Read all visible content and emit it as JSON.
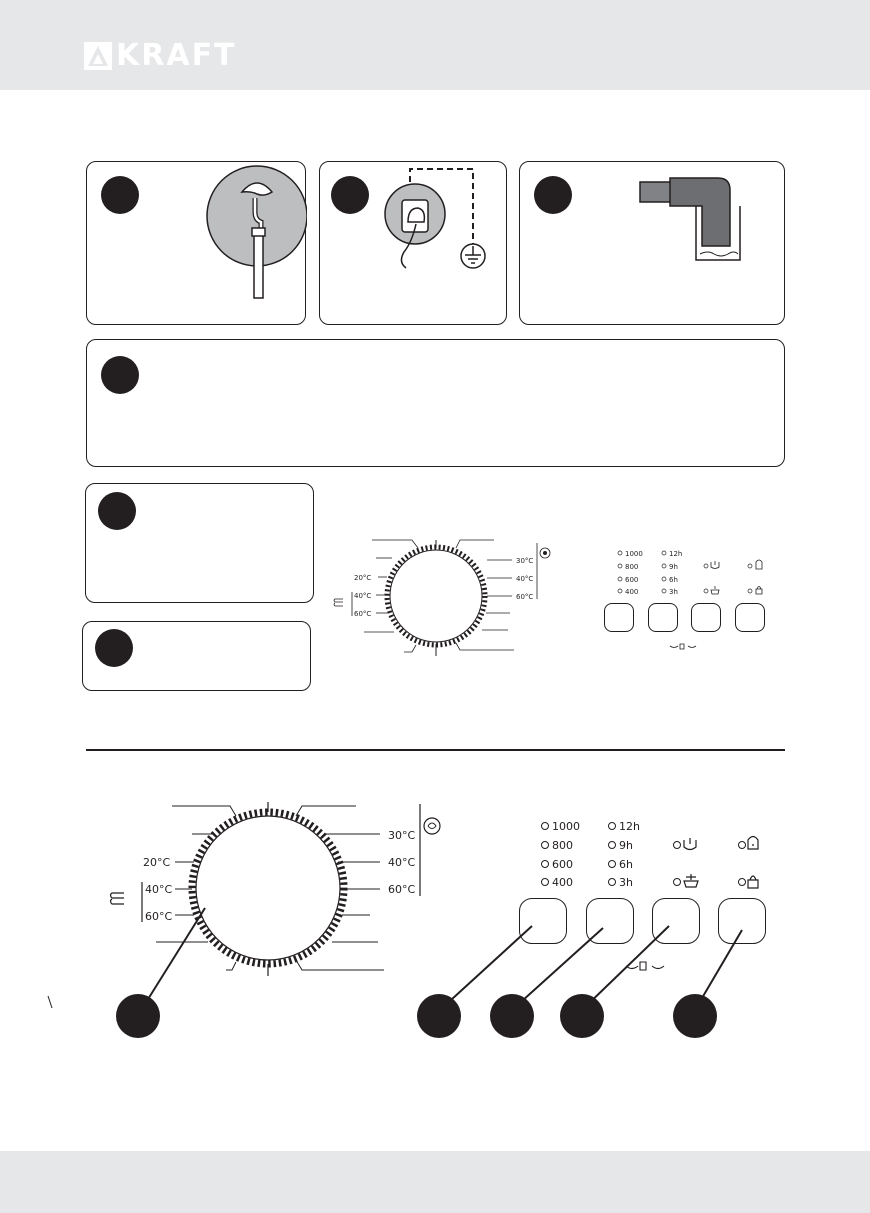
{
  "brand": {
    "logo_text": "KRAFT"
  },
  "small_panel": {
    "spin": [
      "1000",
      "800",
      "600",
      "400"
    ],
    "delay": [
      "12h",
      "9h",
      "6h",
      "3h"
    ]
  },
  "small_dial": {
    "temps_left": [
      "20°C",
      "40°C",
      "60°C"
    ],
    "temps_right": [
      "30°C",
      "40°C",
      "60°C"
    ]
  },
  "big_dial": {
    "temps_left": [
      "20°C",
      "40°C",
      "60°C"
    ],
    "temps_right": [
      "30°C",
      "40°C",
      "60°C"
    ]
  },
  "big_panel": {
    "spin": [
      "1000",
      "800",
      "600",
      "400"
    ],
    "delay": [
      "12h",
      "9h",
      "6h",
      "3h"
    ]
  },
  "icons": {
    "cotton": "cotton-icon",
    "synthetic": "synthetic-icon",
    "prewash": "prewash-icon",
    "child_lock": "child-lock-icon",
    "door_lock": "door-lock-icon",
    "extra_rinse": "extra-rinse-icon",
    "ground": "ground-icon"
  }
}
